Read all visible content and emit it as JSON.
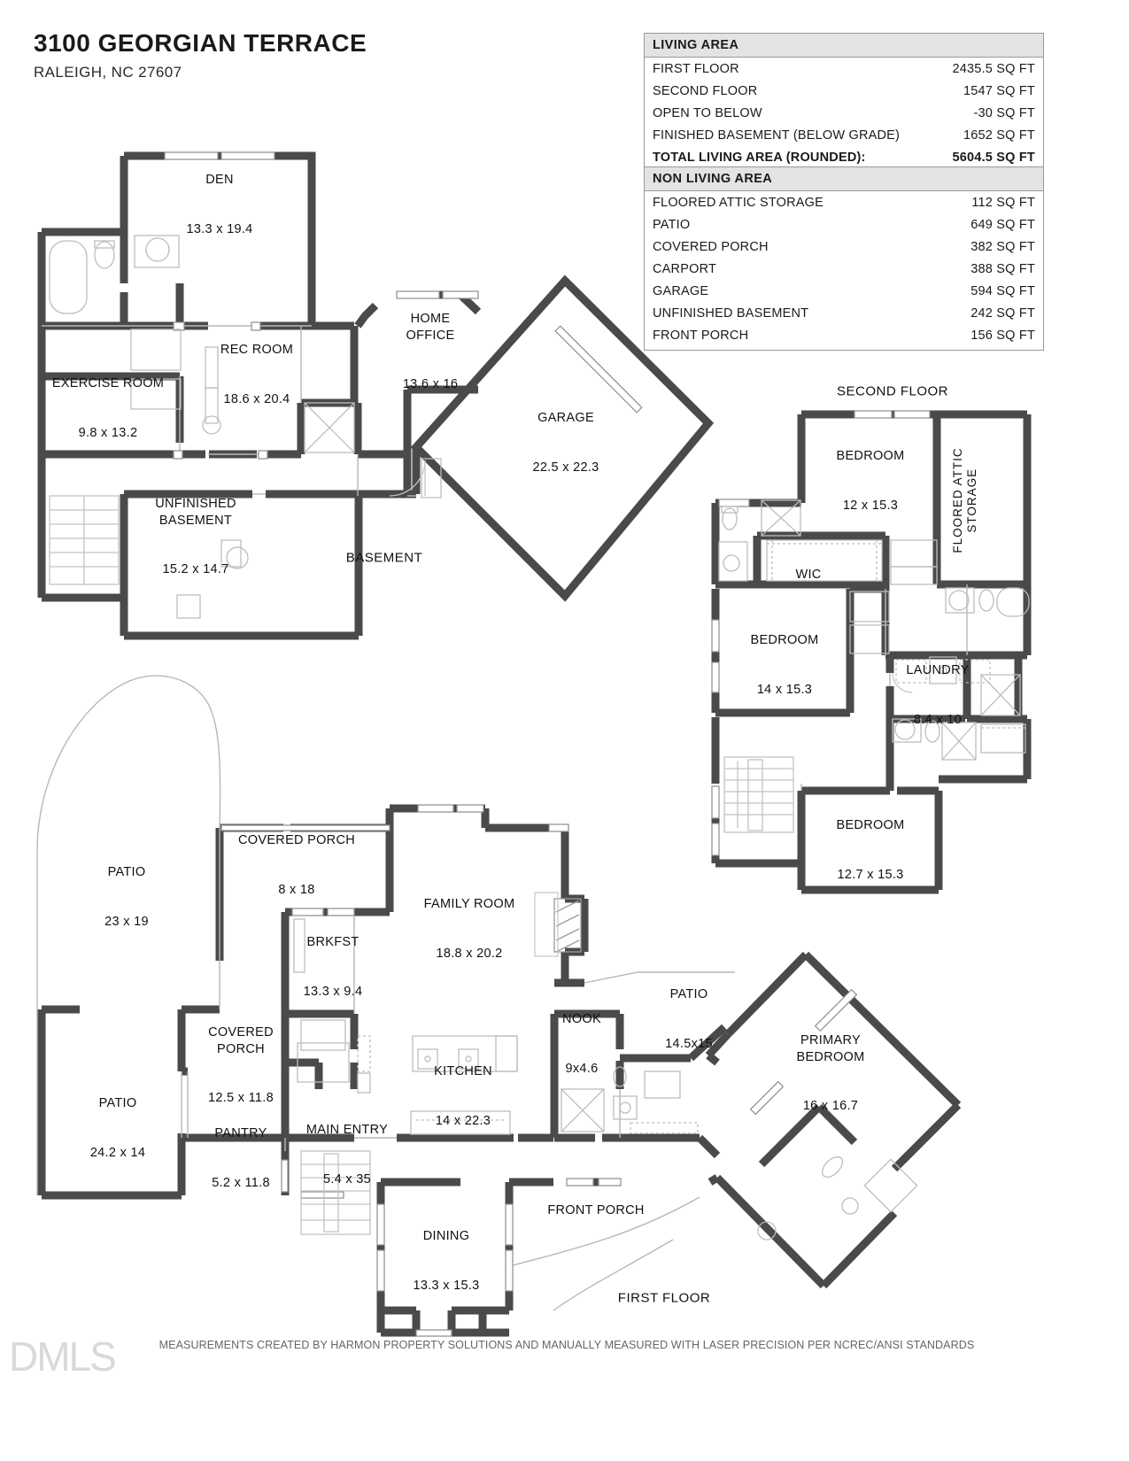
{
  "header": {
    "title": "3100 GEORGIAN TERRACE",
    "subtitle": "RALEIGH, NC 27607"
  },
  "living_area_table": {
    "heading": "LIVING AREA",
    "rows": [
      {
        "label": "FIRST FLOOR",
        "value": "2435.5 SQ FT"
      },
      {
        "label": "SECOND FLOOR",
        "value": "1547 SQ FT"
      },
      {
        "label": "OPEN TO BELOW",
        "value": "-30 SQ FT"
      },
      {
        "label": "FINISHED BASEMENT (BELOW GRADE)",
        "value": "1652 SQ FT"
      },
      {
        "label": "TOTAL LIVING AREA (ROUNDED):",
        "value": "5604.5 SQ FT",
        "total": true
      }
    ]
  },
  "non_living_area_table": {
    "heading": "NON LIVING AREA",
    "rows": [
      {
        "label": "FLOORED ATTIC STORAGE",
        "value": "112 SQ FT"
      },
      {
        "label": "PATIO",
        "value": "649 SQ FT"
      },
      {
        "label": "COVERED PORCH",
        "value": "382 SQ FT"
      },
      {
        "label": "CARPORT",
        "value": "388 SQ FT"
      },
      {
        "label": "GARAGE",
        "value": "594 SQ FT"
      },
      {
        "label": "UNFINISHED BASEMENT",
        "value": "242 SQ FT"
      },
      {
        "label": "FRONT PORCH",
        "value": "156 SQ FT"
      }
    ]
  },
  "floor_titles": {
    "basement": "BASEMENT",
    "second_floor": "SECOND FLOOR",
    "first_floor": "FIRST FLOOR"
  },
  "basement_rooms": [
    {
      "name": "DEN",
      "dim": "13.3 x 19.4"
    },
    {
      "name": "EXERCISE ROOM",
      "dim": "9.8 x 13.2"
    },
    {
      "name": "REC ROOM",
      "dim": "18.6 x 20.4"
    },
    {
      "name": "HOME\nOFFICE",
      "dim": "13.6 x 16"
    },
    {
      "name": "GARAGE",
      "dim": "22.5 x 22.3"
    },
    {
      "name": "UNFINISHED\nBASEMENT",
      "dim": "15.2 x 14.7"
    }
  ],
  "second_floor_rooms": [
    {
      "name": "BEDROOM",
      "dim": "12 x 15.3"
    },
    {
      "name": "WIC",
      "dim": ""
    },
    {
      "name": "BEDROOM",
      "dim": "14 x 15.3"
    },
    {
      "name": "LAUNDRY",
      "dim": "8.4 x 10"
    },
    {
      "name": "BEDROOM",
      "dim": "12.7 x 15.3"
    },
    {
      "name": "FLOORED ATTIC\nSTORAGE",
      "dim": ""
    }
  ],
  "first_floor_rooms": [
    {
      "name": "PATIO",
      "dim": "23 x 19"
    },
    {
      "name": "PATIO",
      "dim": "24.2 x 14"
    },
    {
      "name": "COVERED PORCH",
      "dim": "8 x 18"
    },
    {
      "name": "COVERED\nPORCH",
      "dim": "12.5 x 11.8"
    },
    {
      "name": "FAMILY ROOM",
      "dim": "18.8 x 20.2"
    },
    {
      "name": "BRKFST",
      "dim": "13.3 x 9.4"
    },
    {
      "name": "KITCHEN",
      "dim": "14 x 22.3"
    },
    {
      "name": "PANTRY",
      "dim": "5.2 x 11.8"
    },
    {
      "name": "MAIN ENTRY",
      "dim": "5.4 x 35"
    },
    {
      "name": "DINING",
      "dim": "13.3 x 15.3"
    },
    {
      "name": "NOOK",
      "dim": "9x4.6"
    },
    {
      "name": "PATIO",
      "dim": "14.5x15"
    },
    {
      "name": "PRIMARY\nBEDROOM",
      "dim": "16 x 16.7"
    },
    {
      "name": "FRONT PORCH",
      "dim": ""
    }
  ],
  "footer": {
    "watermark": "DMLS",
    "note": "MEASUREMENTS CREATED BY HARMON PROPERTY SOLUTIONS AND MANUALLY MEASURED WITH LASER PRECISION PER NCREC/ANSI STANDARDS"
  },
  "colors": {
    "wall": "#4a4a4a",
    "thin": "#b7b7b7",
    "table_head_bg": "#e3e3e3",
    "table_border": "#9a9a9a",
    "text": "#1a1a1a",
    "watermark": "#d9d9d9"
  }
}
